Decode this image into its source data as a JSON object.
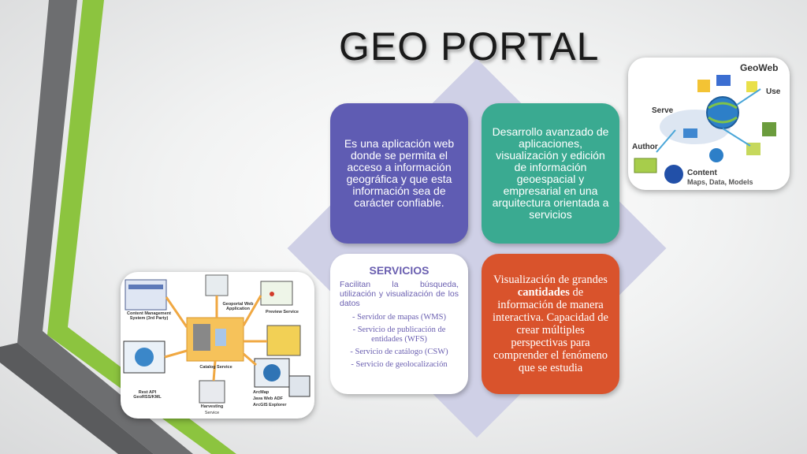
{
  "slide": {
    "title": "GEO PORTAL",
    "colors": {
      "card1": "#5f5cb3",
      "card2": "#3aaa91",
      "card3_text": "#6a5fb0",
      "card4": "#d9532c",
      "diamond": "#cfd0e6",
      "stripe_gray": "#6d6e70",
      "stripe_green": "#8cc43f"
    }
  },
  "cards": {
    "card1": {
      "text": "Es una aplicación web donde se permita el acceso a información geográfica y que esta información sea de carácter confiable."
    },
    "card2": {
      "text": "Desarrollo avanzado de aplicaciones, visualización y edición de información geoespacial y empresarial en una arquitectura orientada a servicios"
    },
    "card3": {
      "heading": "SERVICIOS",
      "description": "Facilitan la búsqueda, utilización y visualización de los datos",
      "items": [
        "- Servidor de mapas (WMS)",
        "- Servicio de publicación de entidades (WFS)",
        "- Servicio de catálogo (CSW)",
        "- Servicio de geolocalización"
      ]
    },
    "card4": {
      "text_before": "Visualización de grandes ",
      "text_bold": "cantidades",
      "text_after": " de información de manera interactiva. Capacidad de crear múltiples perspectivas para comprender el fenómeno que se estudia"
    }
  },
  "geoweb_diagram": {
    "title": "GeoWeb",
    "use": "Use",
    "serve": "Serve",
    "author": "Author",
    "content": "Content",
    "content_sub": "Maps, Data, Models",
    "icons": [
      "globe-icon",
      "cloud-icon",
      "device-icon"
    ]
  },
  "architecture_diagram": {
    "cms": "Content Management System (3rd Party)",
    "geoportal_app": "Geoportal Web Application",
    "preview": "Preview Service",
    "catalog": "Catalog Service",
    "rest_api": "Rest API GeoRSS/KML",
    "harvesting": "Harvesting",
    "harvesting_sub": "Service",
    "clients": [
      "ArcMap",
      "Java Web ADF",
      "ArcGIS Explorer"
    ]
  }
}
